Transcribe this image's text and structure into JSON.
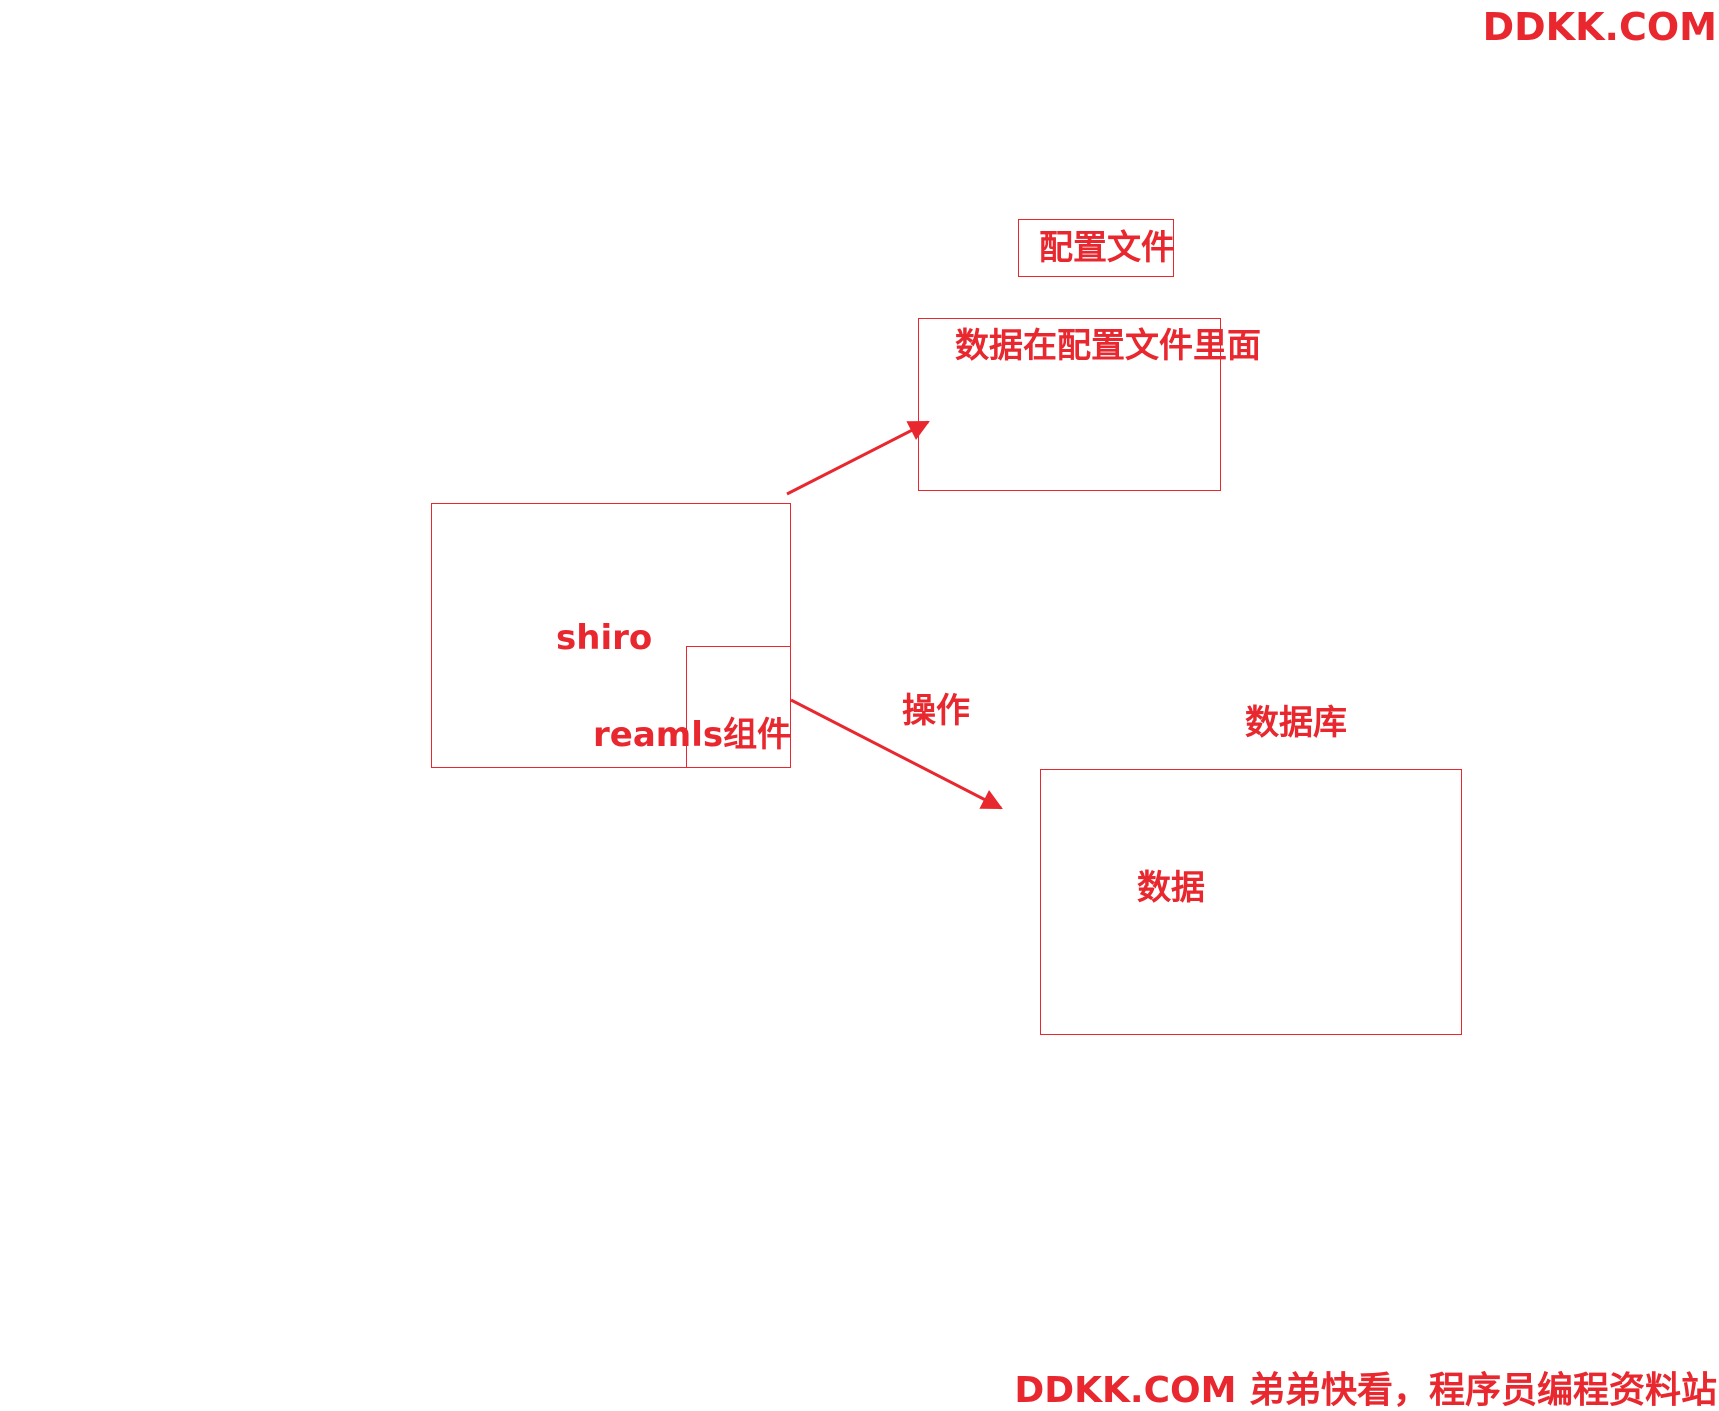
{
  "watermark": {
    "top": "DDKK.COM",
    "bottom": "DDKK.COM 弟弟快看，程序员编程资料站"
  },
  "diagram": {
    "config_file_title": "配置文件",
    "config_box_label": "数据在配置文件里面",
    "shiro_label": "shiro",
    "realms_label": "reamls组件",
    "operate_label": "操作",
    "database_title": "数据库",
    "database_box_label": "数据"
  },
  "colors": {
    "accent": "#e8272f"
  }
}
